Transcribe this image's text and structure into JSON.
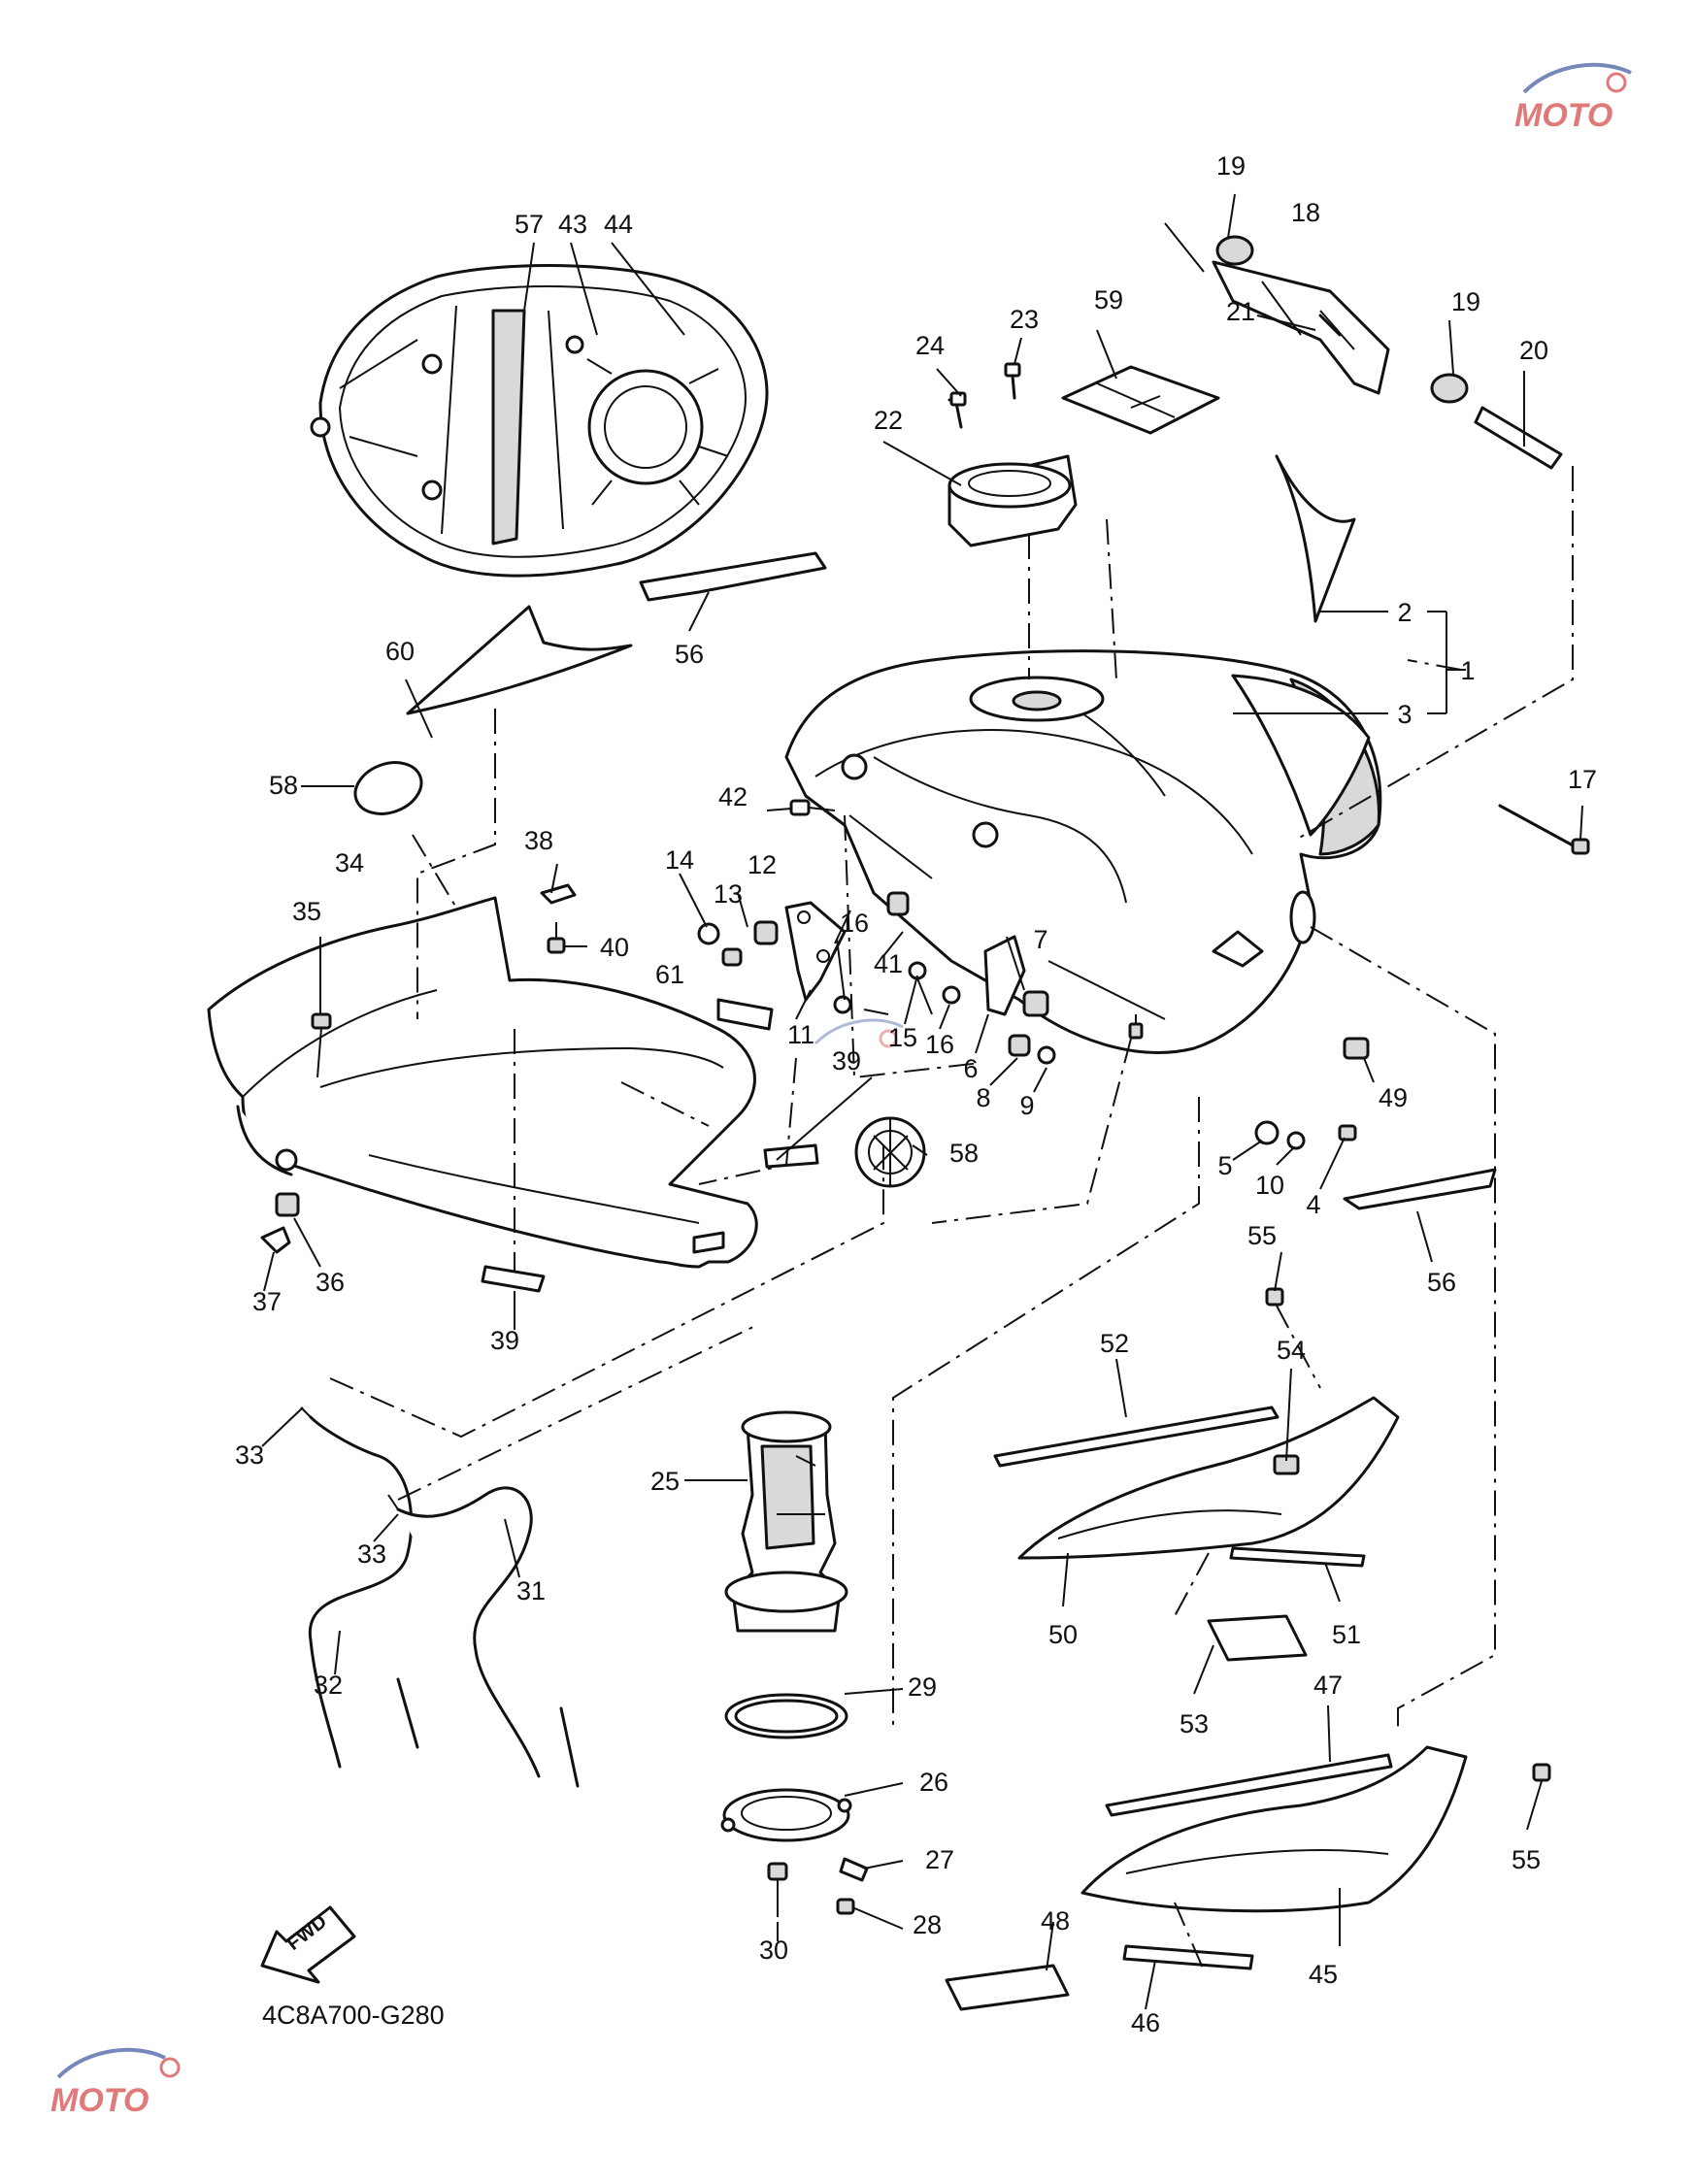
{
  "diagram": {
    "code": "4C8A700-G280",
    "fwd_label": "FWD",
    "watermark": "MOTO"
  },
  "callouts": {
    "c1": "1",
    "c2": "2",
    "c3": "3",
    "c4": "4",
    "c5": "5",
    "c6": "6",
    "c7": "7",
    "c8": "8",
    "c9": "9",
    "c10": "10",
    "c11": "11",
    "c12": "12",
    "c13": "13",
    "c14": "14",
    "c15": "15",
    "c16a": "16",
    "c16b": "16",
    "c17": "17",
    "c18": "18",
    "c19a": "19",
    "c19b": "19",
    "c20": "20",
    "c21": "21",
    "c22": "22",
    "c23": "23",
    "c24": "24",
    "c25": "25",
    "c26": "26",
    "c27": "27",
    "c28": "28",
    "c29": "29",
    "c30": "30",
    "c31": "31",
    "c32": "32",
    "c33a": "33",
    "c33b": "33",
    "c34": "34",
    "c35": "35",
    "c36": "36",
    "c37": "37",
    "c38": "38",
    "c39a": "39",
    "c39b": "39",
    "c40": "40",
    "c41": "41",
    "c42": "42",
    "c43": "43",
    "c44": "44",
    "c45": "45",
    "c46": "46",
    "c47": "47",
    "c48": "48",
    "c49": "49",
    "c50": "50",
    "c51": "51",
    "c52": "52",
    "c53": "53",
    "c54": "54",
    "c55a": "55",
    "c55b": "55",
    "c56a": "56",
    "c56b": "56",
    "c57": "57",
    "c58a": "58",
    "c58b": "58",
    "c59": "59",
    "c60": "60",
    "c61": "61"
  }
}
